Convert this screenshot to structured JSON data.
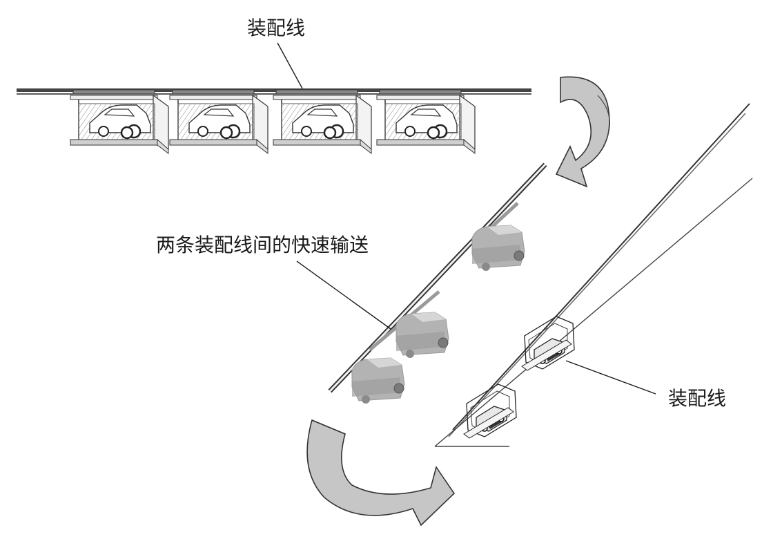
{
  "labels": {
    "top_line": "装配线",
    "fast_transfer": "两条装配线间的快速输送",
    "right_line": "装配线"
  },
  "colors": {
    "ink": "#1a1a1a",
    "rail": "#555555",
    "arrow_fill": "#bdbdbd",
    "car_gray": "#a6a6a6"
  }
}
